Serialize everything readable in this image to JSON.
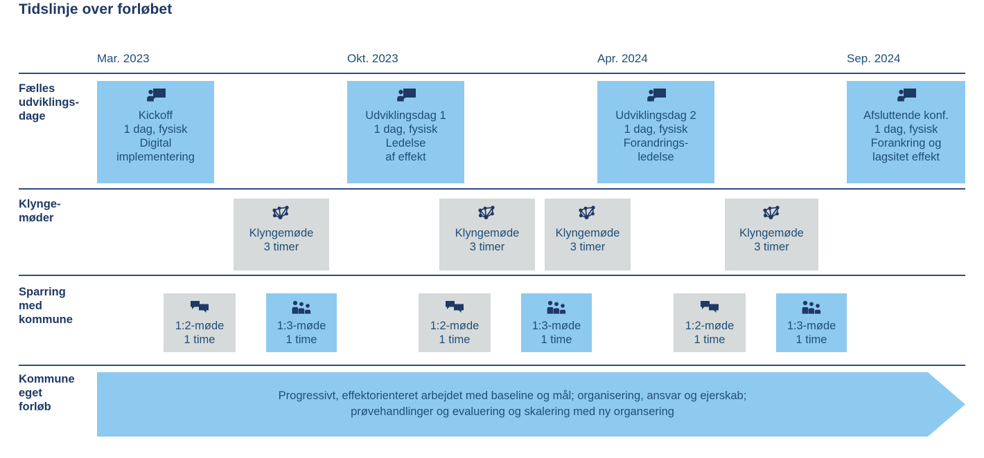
{
  "page": {
    "title": "Tidslinje over forløbet",
    "background_color": "#ffffff",
    "navy": "#1f3864",
    "text_blue": "#1f4e79",
    "accent_blue": "#8ecaef",
    "accent_gray": "#d6dada",
    "rule_color": "#2e4b7a"
  },
  "timeline_header": {
    "dates": [
      {
        "label": "Mar. 2023"
      },
      {
        "label": "Okt. 2023"
      },
      {
        "label": "Apr. 2024"
      },
      {
        "label": "Sep. 2024"
      }
    ]
  },
  "rows": [
    {
      "id": "faelles-udviklingsdage",
      "label": "Fælles\nudviklings-\ndage",
      "cards": [
        {
          "icon": "presenter-whiteboard-icon",
          "style": "blue",
          "lines": "Kickoff\n1 dag, fysisk\nDigital\nimplementering"
        },
        {
          "icon": "presenter-whiteboard-icon",
          "style": "blue",
          "lines": "Udviklingsdag 1\n1 dag, fysisk\nLedelse\naf effekt"
        },
        {
          "icon": "presenter-whiteboard-icon",
          "style": "blue",
          "lines": "Udviklingsdag 2\n1 dag, fysisk\nForandrings-\nledelse"
        },
        {
          "icon": "presenter-whiteboard-icon",
          "style": "blue",
          "lines": "Afsluttende konf.\n1 dag, fysisk\nForankring og\nlagsitet effekt"
        }
      ]
    },
    {
      "id": "klyngemoeder",
      "label": "Klynge-\nmøder",
      "cards": [
        {
          "icon": "network-nodes-icon",
          "style": "gray",
          "lines": "Klyngemøde\n3 timer"
        },
        {
          "icon": "network-nodes-icon",
          "style": "gray",
          "lines": "Klyngemøde\n3 timer"
        },
        {
          "icon": "network-nodes-icon",
          "style": "gray",
          "lines": "Klyngemøde\n3 timer"
        },
        {
          "icon": "network-nodes-icon",
          "style": "gray",
          "lines": "Klyngemøde\n3 timer"
        }
      ]
    },
    {
      "id": "sparring-med-kommune",
      "label": "Sparring\nmed\nkommune",
      "cards": [
        {
          "icon": "speech-bubbles-icon",
          "style": "gray",
          "lines": "1:2-møde\n1 time"
        },
        {
          "icon": "three-people-icon",
          "style": "blue",
          "lines": "1:3-møde\n1 time"
        },
        {
          "icon": "speech-bubbles-icon",
          "style": "gray",
          "lines": "1:2-møde\n1 time"
        },
        {
          "icon": "three-people-icon",
          "style": "blue",
          "lines": "1:3-møde\n1 time"
        },
        {
          "icon": "speech-bubbles-icon",
          "style": "gray",
          "lines": "1:2-møde\n1 time"
        },
        {
          "icon": "three-people-icon",
          "style": "blue",
          "lines": "1:3-møde\n1 time"
        }
      ]
    },
    {
      "id": "kommune-eget-forloeb",
      "label": "Kommune\neget\nforløb",
      "arrow_text": "Progressivt, effektorienteret arbejdet med baseline og mål; organisering, ansvar og ejerskab;\nprøvehandlinger og evaluering og skalering med ny organsering"
    }
  ]
}
